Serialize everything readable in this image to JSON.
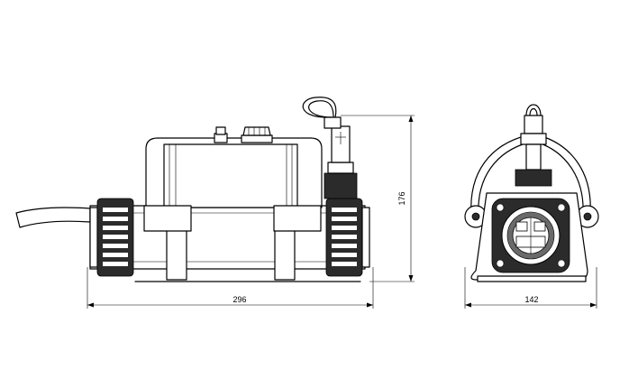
{
  "dimensions": {
    "width_front": "296",
    "height": "176",
    "width_side": "142"
  },
  "colors": {
    "line": "#000000",
    "background": "#ffffff",
    "dark_fill": "#2b2b2b"
  }
}
